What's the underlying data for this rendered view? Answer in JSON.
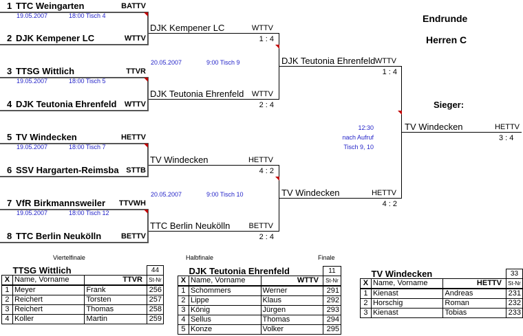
{
  "header": {
    "title": "Endrunde",
    "subtitle": "Herren C",
    "winner_label": "Sieger:"
  },
  "round1": [
    {
      "seed": "1",
      "name": "TTC Weingarten",
      "assoc": "BATTV"
    },
    {
      "seed": "2",
      "name": "DJK Kempener LC",
      "assoc": "WTTV"
    },
    {
      "seed": "3",
      "name": "TTSG Wittlich",
      "assoc": "TTVR"
    },
    {
      "seed": "4",
      "name": "DJK Teutonia Ehrenfeld",
      "assoc": "WTTV"
    },
    {
      "seed": "5",
      "name": "TV Windecken",
      "assoc": "HETTV"
    },
    {
      "seed": "6",
      "name": "SSV Hargarten-Reimsba",
      "assoc": "STTB"
    },
    {
      "seed": "7",
      "name": "VfR Birkmannsweiler",
      "assoc": "TTVWH"
    },
    {
      "seed": "8",
      "name": "TTC Berlin Neukölln",
      "assoc": "BETTV"
    }
  ],
  "round1_schedule": [
    {
      "date": "19.05.2007",
      "time": "18:00 Tisch 4"
    },
    {
      "date": "19.05.2007",
      "time": "18:00 Tisch 5"
    },
    {
      "date": "19.05.2007",
      "time": "18:00 Tisch 7"
    },
    {
      "date": "19.05.2007",
      "time": "18:00 Tisch 12"
    }
  ],
  "round2": [
    {
      "name": "DJK Kempener LC",
      "assoc": "WTTV",
      "score": "1 : 4"
    },
    {
      "name": "DJK Teutonia Ehrenfeld",
      "assoc": "WTTV",
      "score": "2 : 4"
    },
    {
      "name": "TV Windecken",
      "assoc": "HETTV",
      "score": "4 : 2"
    },
    {
      "name": "TTC Berlin Neukölln",
      "assoc": "BETTV",
      "score": "2 : 4"
    }
  ],
  "round2_schedule": [
    {
      "date": "20.05.2007",
      "time": "9:00 Tisch 9"
    },
    {
      "date": "20.05.2007",
      "time": "9:00 Tisch 10"
    }
  ],
  "round3": [
    {
      "name": "DJK Teutonia Ehrenfeld",
      "assoc": "WTTV",
      "score": "1 : 4"
    },
    {
      "name": "TV Windecken",
      "assoc": "HETTV",
      "score": "4 : 2"
    }
  ],
  "final_schedule": [
    "12:30",
    "nach Aufruf",
    "Tisch 9, 10"
  ],
  "winner": {
    "name": "TV Windecken",
    "assoc": "HETTV",
    "score": "3 : 4"
  },
  "tables": [
    {
      "label": "Viertelfinale",
      "team": "TTSG Wittlich",
      "nr": "44",
      "assoc": "TTVR",
      "cols": [
        "X",
        "Name, Vorname",
        "St-Nr"
      ],
      "rows": [
        [
          "1",
          "Meyer",
          "Frank",
          "256"
        ],
        [
          "2",
          "Reichert",
          "Torsten",
          "257"
        ],
        [
          "3",
          "Reichert",
          "Thomas",
          "258"
        ],
        [
          "4",
          "Koller",
          "Martin",
          "259"
        ]
      ]
    },
    {
      "label": "Halbfinale",
      "label2": "Finale",
      "team": "DJK Teutonia Ehrenfeld",
      "nr": "11",
      "assoc": "WTTV",
      "cols": [
        "X",
        "Name, Vorname",
        "St-Nr"
      ],
      "rows": [
        [
          "1",
          "Schommers",
          "Werner",
          "291"
        ],
        [
          "2",
          "Lippe",
          "Klaus",
          "292"
        ],
        [
          "3",
          "König",
          "Jürgen",
          "293"
        ],
        [
          "4",
          "Sellus",
          "Thomas",
          "294"
        ],
        [
          "5",
          "Konze",
          "Volker",
          "295"
        ]
      ]
    },
    {
      "team": "TV Windecken",
      "nr": "33",
      "assoc": "HETTV",
      "cols": [
        "X",
        "Name, Vorname",
        "St-Nr"
      ],
      "rows": [
        [
          "1",
          "Kienast",
          "Andreas",
          "231"
        ],
        [
          "2",
          "Horschig",
          "Roman",
          "232"
        ],
        [
          "3",
          "Kienast",
          "Tobias",
          "233"
        ]
      ]
    }
  ]
}
